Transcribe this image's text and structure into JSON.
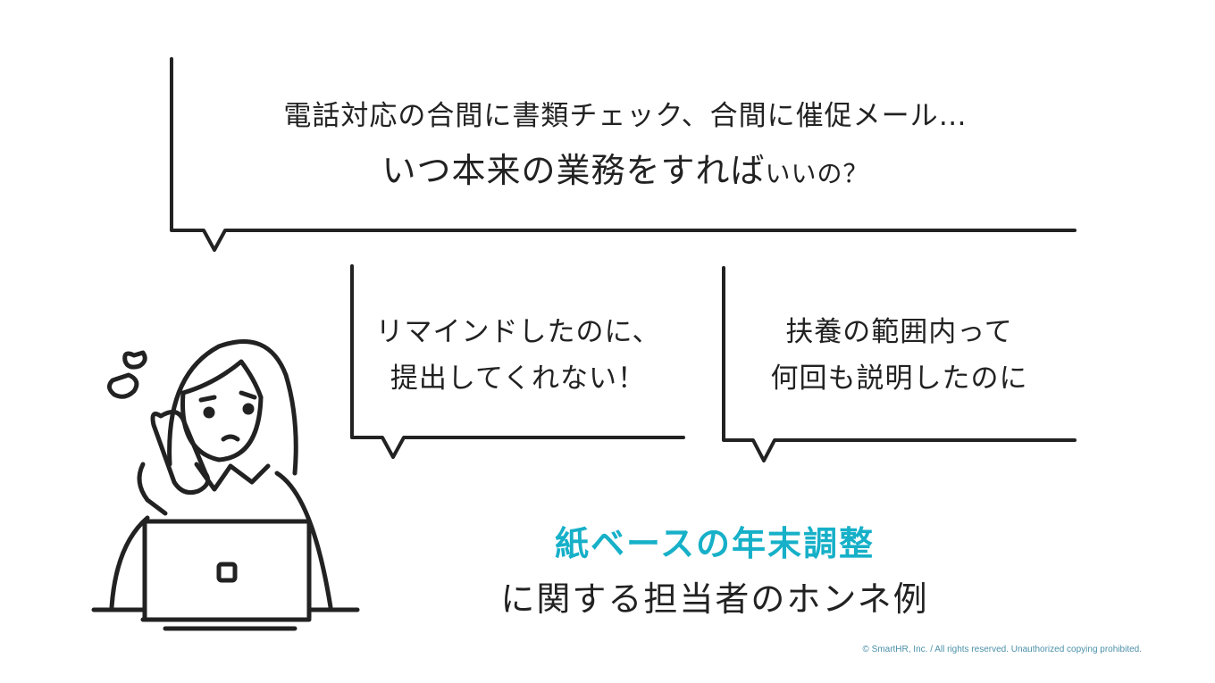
{
  "bubbles": {
    "top": {
      "line1": "電話対応の合間に書類チェック、合間に催促メール…",
      "line2_main": "いつ本来の業務をすれば",
      "line2_small": "いいの？"
    },
    "left": {
      "line1": "リマインドしたのに、",
      "line2": "提出してくれない！"
    },
    "right": {
      "line1": "扶養の範囲内って",
      "line2": "何回も説明したのに"
    }
  },
  "caption": {
    "accent": "紙ベースの年末調整",
    "main": "に関する担当者のホンネ例"
  },
  "copyright": "© SmartHR, Inc. / All rights reserved. Unauthorized copying prohibited.",
  "colors": {
    "accent": "#16b0c8",
    "text": "#222222",
    "copyright": "#4a8fa8"
  },
  "illustration": {
    "icon": "worried-office-worker-on-phone"
  }
}
